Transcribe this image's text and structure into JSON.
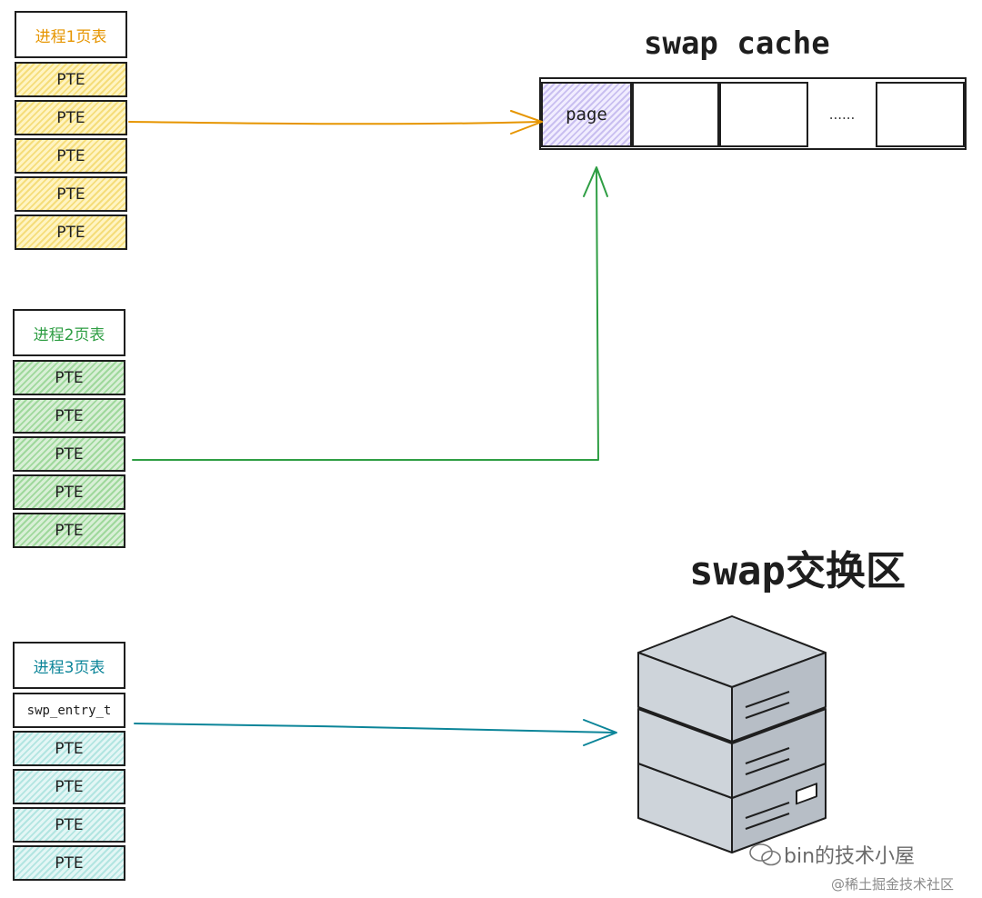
{
  "process1": {
    "header": "进程1页表",
    "entries": [
      "PTE",
      "PTE",
      "PTE",
      "PTE",
      "PTE"
    ],
    "color": "#e69500"
  },
  "process2": {
    "header": "进程2页表",
    "entries": [
      "PTE",
      "PTE",
      "PTE",
      "PTE",
      "PTE"
    ],
    "color": "#2f9e44"
  },
  "process3": {
    "header": "进程3页表",
    "entries": [
      "swp_entry_t",
      "PTE",
      "PTE",
      "PTE",
      "PTE"
    ],
    "color": "#0c8599"
  },
  "swap_cache": {
    "title": "swap cache",
    "page_label": "page",
    "ellipsis": "......"
  },
  "swap_area": {
    "title": "swap交换区"
  },
  "watermark": {
    "brand": "bin的技术小屋",
    "community": "@稀土掘金技术社区"
  },
  "colors": {
    "arrow1": "#e69500",
    "arrow2": "#2f9e44",
    "arrow3": "#0c8599",
    "server": "#ced4da",
    "outline": "#1e1e1e"
  }
}
